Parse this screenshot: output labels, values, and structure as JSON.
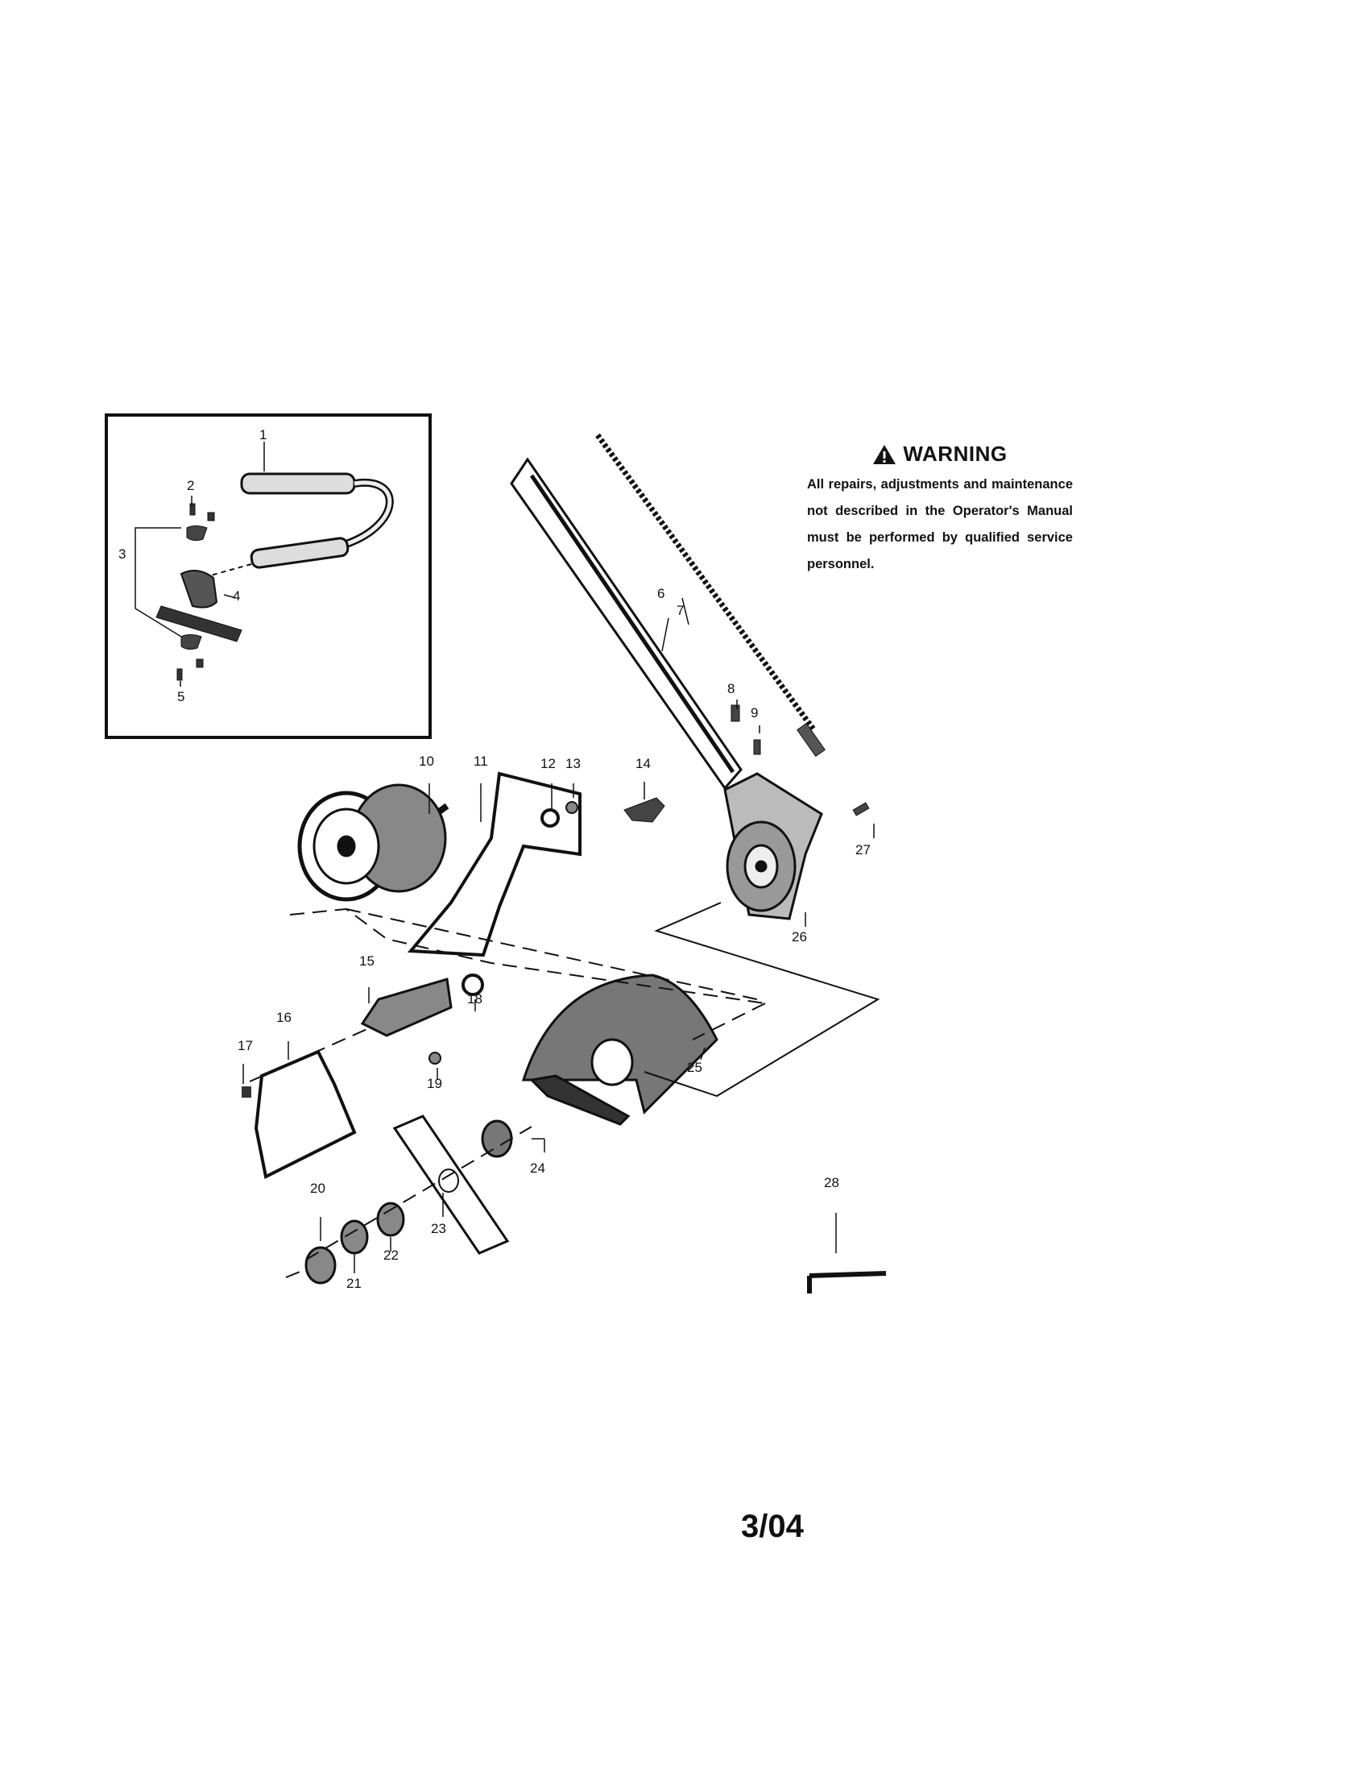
{
  "warning": {
    "title": "WARNING",
    "icon": "warning-triangle-icon",
    "text": "All repairs, adjustments and maintenance not described in the Operator's Manual must be performed by qualified service personnel."
  },
  "page_date": "3/04",
  "callouts": [
    "1",
    "2",
    "3",
    "4",
    "5",
    "6",
    "7",
    "8",
    "9",
    "10",
    "11",
    "12",
    "13",
    "14",
    "15",
    "16",
    "17",
    "18",
    "19",
    "20",
    "21",
    "22",
    "23",
    "24",
    "25",
    "26",
    "27",
    "28"
  ]
}
